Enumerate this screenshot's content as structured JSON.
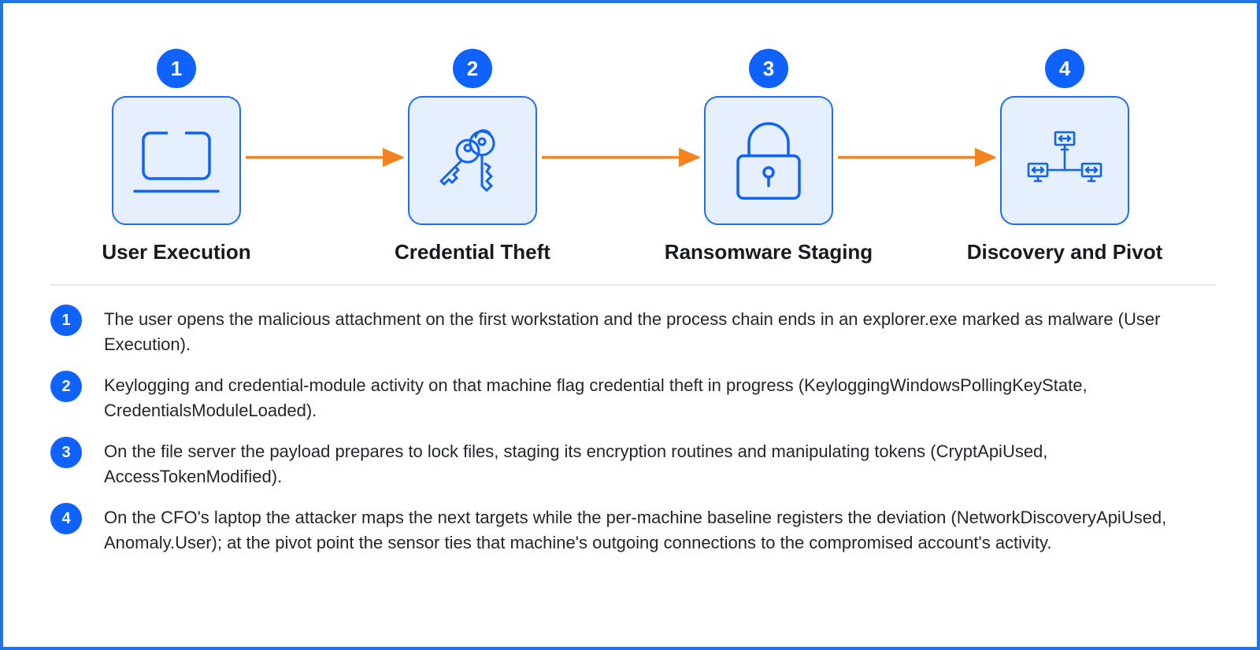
{
  "stages": [
    {
      "number": "1",
      "title": "User Execution",
      "icon": "laptop-icon"
    },
    {
      "number": "2",
      "title": "Credential Theft",
      "icon": "keys-icon"
    },
    {
      "number": "3",
      "title": "Ransomware Staging",
      "icon": "padlock-icon"
    },
    {
      "number": "4",
      "title": "Discovery and Pivot",
      "icon": "network-icon"
    }
  ],
  "steps": [
    {
      "number": "1",
      "text": "The user opens the malicious attachment on the first workstation and the process chain ends in an explorer.exe marked as malware (User Execution)."
    },
    {
      "number": "2",
      "text": "Keylogging and credential-module activity on that machine flag credential theft in progress (KeyloggingWindowsPollingKeyState, CredentialsModuleLoaded)."
    },
    {
      "number": "3",
      "text": "On the file server the payload prepares to lock files, staging its encryption routines and manipulating tokens (CryptApiUsed, AccessTokenModified)."
    },
    {
      "number": "4",
      "text": "On the CFO's laptop the attacker maps the next targets while the per-machine baseline registers the deviation (NetworkDiscoveryApiUsed, Anomaly.User); at the pivot point the sensor ties that machine's outgoing connections to the compromised account's activity."
    }
  ],
  "colors": {
    "accent": "#0f62fe",
    "frame": "#1f74e8",
    "arrow": "#f4821f",
    "tile": "#e6effd"
  }
}
